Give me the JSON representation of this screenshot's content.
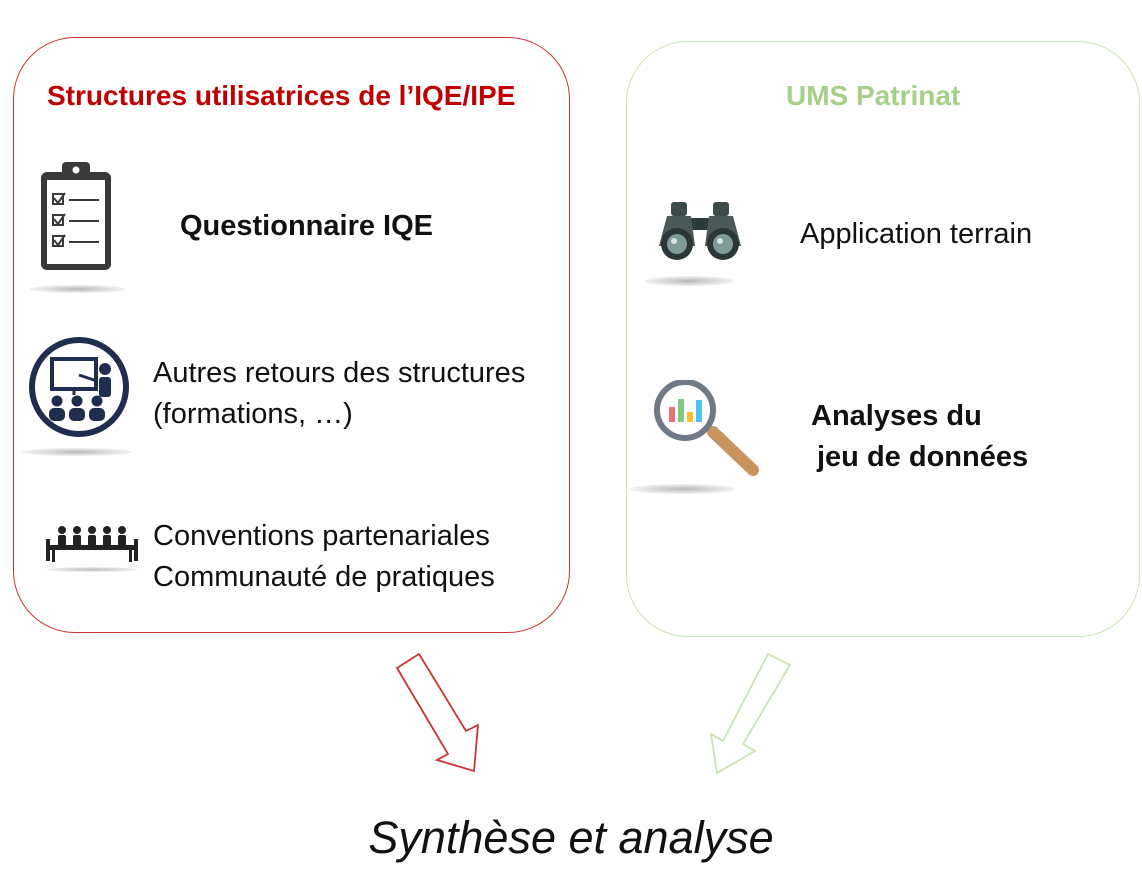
{
  "left_panel": {
    "title": "Structures utilisatrices de l’IQE/IPE",
    "title_color": "#c00000",
    "border_color": "#cc3333",
    "items": [
      {
        "label": "Questionnaire IQE",
        "icon": "clipboard-checklist-icon"
      },
      {
        "label_line1": "Autres retours des structures",
        "label_line2": "(formations, …)",
        "icon": "presentation-training-icon"
      },
      {
        "label_line1": "Conventions partenariales",
        "label_line2": "Communauté de pratiques",
        "icon": "meeting-table-icon"
      }
    ]
  },
  "right_panel": {
    "title": "UMS Patrinat",
    "title_color": "#a6d08a",
    "border_color": "#c8e3b4",
    "items": [
      {
        "label": "Application terrain",
        "icon": "binoculars-icon"
      },
      {
        "label_line1": "Analyses du",
        "label_line2": "jeu de données",
        "icon": "magnifier-chart-icon"
      }
    ]
  },
  "arrows": [
    {
      "from": "left_panel",
      "color": "#cc3333"
    },
    {
      "from": "right_panel",
      "color": "#c8e3b4"
    }
  ],
  "conclusion": "Synthèse et analyse"
}
